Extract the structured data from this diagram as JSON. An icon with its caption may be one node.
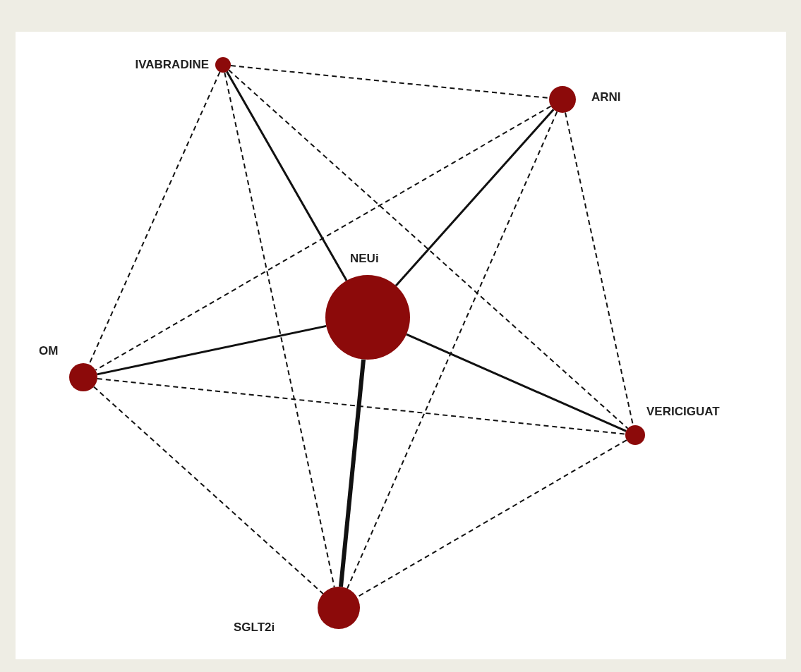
{
  "diagram": {
    "nodes": [
      {
        "text": [
          "IVABRADINE"
        ]
      },
      {
        "text": [
          "ARNI"
        ]
      },
      {
        "text": [
          "NEUi"
        ]
      },
      {
        "text": [
          "OM"
        ]
      },
      {
        "text": [
          "VERICIGUAT"
        ]
      },
      {
        "text": [
          "SGLT2i"
        ]
      }
    ],
    "edges": [
      {
        "from": 2,
        "to": 0,
        "arrow": "none"
      },
      {
        "from": 2,
        "to": 1,
        "arrow": "none"
      },
      {
        "from": 2,
        "to": 3,
        "arrow": "none"
      },
      {
        "from": 2,
        "to": 4,
        "arrow": "none"
      },
      {
        "from": 2,
        "to": 5,
        "arrow": "none",
        "style": "thick"
      },
      {
        "from": 0,
        "to": 1,
        "arrow": "none",
        "style": "dashed"
      },
      {
        "from": 0,
        "to": 3,
        "arrow": "none",
        "style": "dashed"
      },
      {
        "from": 0,
        "to": 4,
        "arrow": "none",
        "style": "dashed"
      },
      {
        "from": 0,
        "to": 5,
        "arrow": "none",
        "style": "dashed"
      },
      {
        "from": 1,
        "to": 3,
        "arrow": "none",
        "style": "dashed"
      },
      {
        "from": 1,
        "to": 4,
        "arrow": "none",
        "style": "dashed"
      },
      {
        "from": 1,
        "to": 5,
        "arrow": "none",
        "style": "dashed"
      },
      {
        "from": 3,
        "to": 4,
        "arrow": "none",
        "style": "dashed"
      },
      {
        "from": 3,
        "to": 5,
        "arrow": "none",
        "style": "dashed"
      },
      {
        "from": 4,
        "to": 5,
        "arrow": "none",
        "style": "dashed"
      }
    ]
  }
}
